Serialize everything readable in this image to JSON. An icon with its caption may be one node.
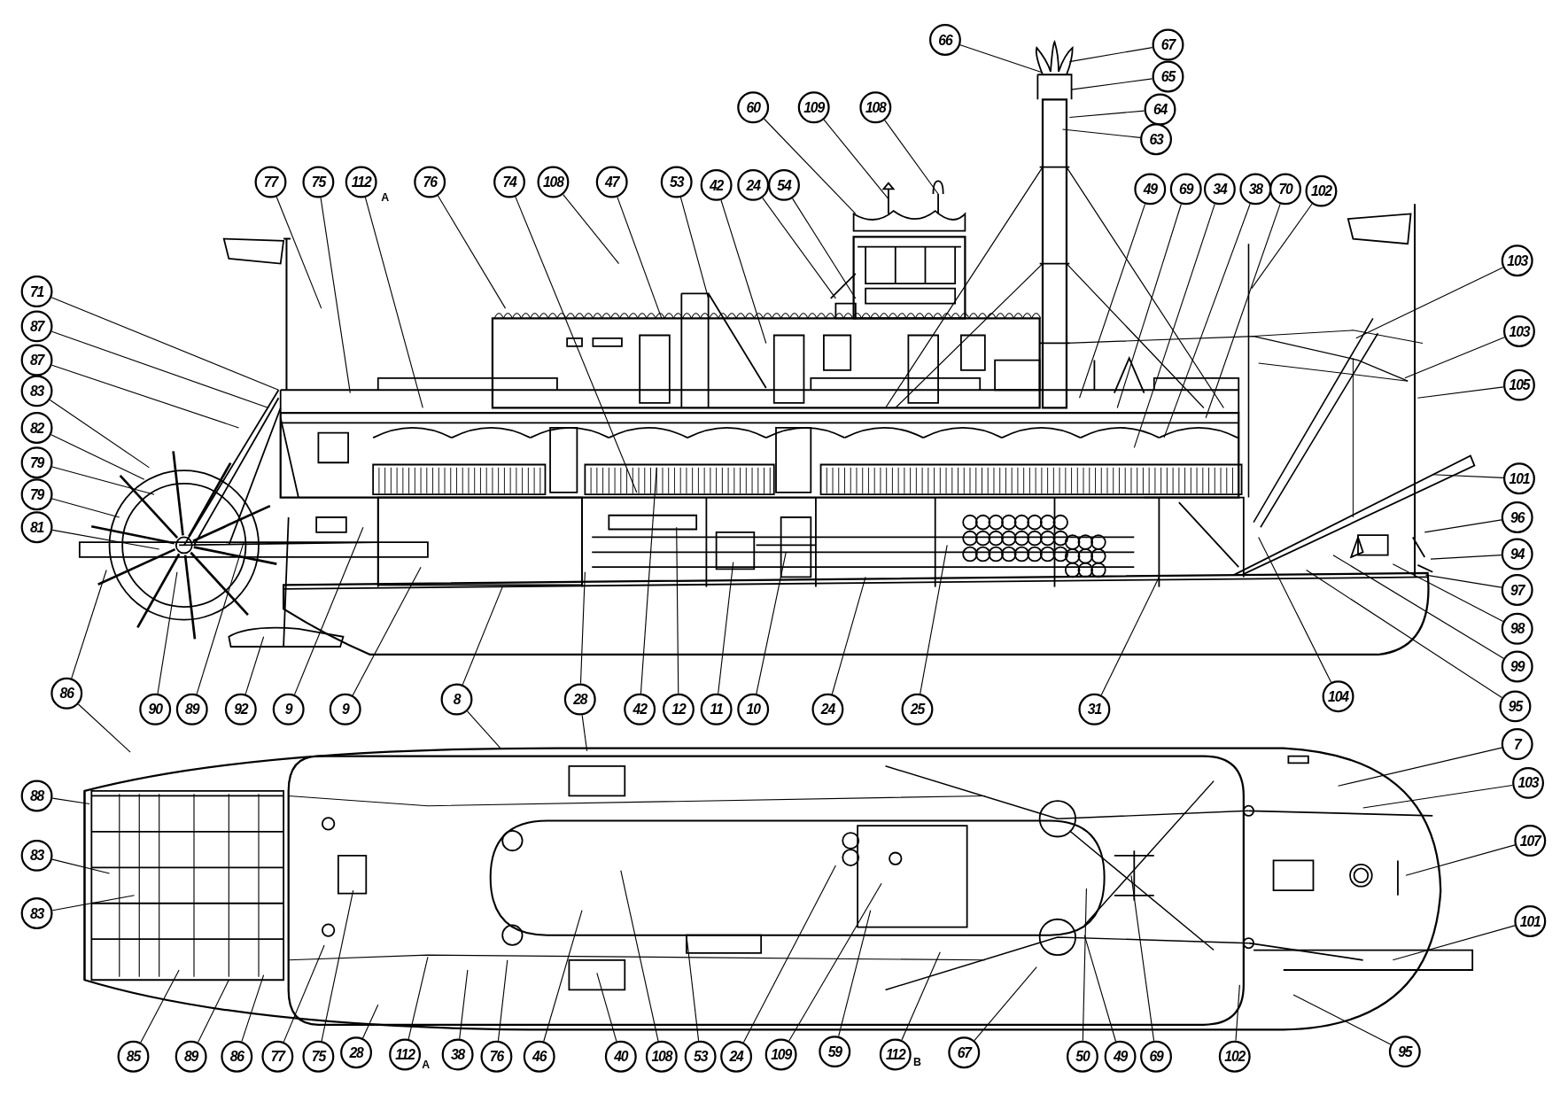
{
  "diagram": {
    "nodes": [
      {
        "text": [
          "77"
        ]
      },
      {
        "text": [
          "75"
        ]
      },
      {
        "text": [
          "112"
        ],
        "beside": [
          "A"
        ]
      },
      {
        "text": [
          "76"
        ]
      },
      {
        "text": [
          "74"
        ]
      },
      {
        "text": [
          "108"
        ]
      },
      {
        "text": [
          "47"
        ]
      },
      {
        "text": [
          "53"
        ]
      },
      {
        "text": [
          "42"
        ]
      },
      {
        "text": [
          "24"
        ]
      },
      {
        "text": [
          "54"
        ]
      },
      {
        "text": [
          "60"
        ]
      },
      {
        "text": [
          "109"
        ]
      },
      {
        "text": [
          "108"
        ]
      },
      {
        "text": [
          "66"
        ]
      },
      {
        "text": [
          "67"
        ]
      },
      {
        "text": [
          "65"
        ]
      },
      {
        "text": [
          "64"
        ]
      },
      {
        "text": [
          "63"
        ]
      },
      {
        "text": [
          "49"
        ]
      },
      {
        "text": [
          "69"
        ]
      },
      {
        "text": [
          "34"
        ]
      },
      {
        "text": [
          "38"
        ]
      },
      {
        "text": [
          "70"
        ]
      },
      {
        "text": [
          "102"
        ]
      },
      {
        "text": [
          "103"
        ]
      },
      {
        "text": [
          "103"
        ]
      },
      {
        "text": [
          "105"
        ]
      },
      {
        "text": [
          "101"
        ]
      },
      {
        "text": [
          "96"
        ]
      },
      {
        "text": [
          "94"
        ]
      },
      {
        "text": [
          "97"
        ]
      },
      {
        "text": [
          "98"
        ]
      },
      {
        "text": [
          "99"
        ]
      },
      {
        "text": [
          "95"
        ]
      },
      {
        "text": [
          "104"
        ]
      },
      {
        "text": [
          "31"
        ]
      },
      {
        "text": [
          "25"
        ]
      },
      {
        "text": [
          "24"
        ]
      },
      {
        "text": [
          "10"
        ]
      },
      {
        "text": [
          "11"
        ]
      },
      {
        "text": [
          "12"
        ]
      },
      {
        "text": [
          "42"
        ]
      },
      {
        "text": [
          "28"
        ]
      },
      {
        "text": [
          "8"
        ]
      },
      {
        "text": [
          "9"
        ]
      },
      {
        "text": [
          "9"
        ]
      },
      {
        "text": [
          "92"
        ]
      },
      {
        "text": [
          "89"
        ]
      },
      {
        "text": [
          "90"
        ]
      },
      {
        "text": [
          "86"
        ]
      },
      {
        "text": [
          "81"
        ]
      },
      {
        "text": [
          "79"
        ]
      },
      {
        "text": [
          "79"
        ]
      },
      {
        "text": [
          "82"
        ]
      },
      {
        "text": [
          "83"
        ]
      },
      {
        "text": [
          "87"
        ]
      },
      {
        "text": [
          "87"
        ]
      },
      {
        "text": [
          "71"
        ]
      },
      {
        "text": [
          "7"
        ]
      },
      {
        "text": [
          "103"
        ]
      },
      {
        "text": [
          "107"
        ]
      },
      {
        "text": [
          "101"
        ]
      },
      {
        "text": [
          "95"
        ]
      },
      {
        "text": [
          "102"
        ]
      },
      {
        "text": [
          "69"
        ]
      },
      {
        "text": [
          "49"
        ]
      },
      {
        "text": [
          "50"
        ]
      },
      {
        "text": [
          "67"
        ]
      },
      {
        "text": [
          "112"
        ],
        "beside": [
          "B"
        ]
      },
      {
        "text": [
          "59"
        ]
      },
      {
        "text": [
          "109"
        ]
      },
      {
        "text": [
          "24"
        ]
      },
      {
        "text": [
          "53"
        ]
      },
      {
        "text": [
          "108"
        ]
      },
      {
        "text": [
          "40"
        ]
      },
      {
        "text": [
          "46"
        ]
      },
      {
        "text": [
          "76"
        ]
      },
      {
        "text": [
          "38"
        ]
      },
      {
        "text": [
          "112"
        ],
        "beside": [
          "A"
        ]
      },
      {
        "text": [
          "28"
        ]
      },
      {
        "text": [
          "75"
        ]
      },
      {
        "text": [
          "77"
        ]
      },
      {
        "text": [
          "86"
        ]
      },
      {
        "text": [
          "89"
        ]
      },
      {
        "text": [
          "85"
        ]
      },
      {
        "text": [
          "83"
        ]
      },
      {
        "text": [
          "83"
        ]
      },
      {
        "text": [
          "88"
        ]
      }
    ],
    "edges": [
      {
        "from": 0,
        "to": null,
        "arrow": "none"
      },
      {
        "from": 1,
        "to": null,
        "arrow": "none"
      },
      {
        "from": 2,
        "to": null,
        "arrow": "none"
      },
      {
        "from": 3,
        "to": null,
        "arrow": "none"
      },
      {
        "from": 4,
        "to": null,
        "arrow": "none"
      },
      {
        "from": 5,
        "to": null,
        "arrow": "none"
      },
      {
        "from": 6,
        "to": null,
        "arrow": "none"
      },
      {
        "from": 7,
        "to": null,
        "arrow": "none"
      },
      {
        "from": 8,
        "to": null,
        "arrow": "none"
      },
      {
        "from": 9,
        "to": null,
        "arrow": "none"
      },
      {
        "from": 10,
        "to": null,
        "arrow": "none"
      },
      {
        "from": 11,
        "to": null,
        "arrow": "none"
      },
      {
        "from": 12,
        "to": null,
        "arrow": "none"
      },
      {
        "from": 13,
        "to": null,
        "arrow": "none"
      },
      {
        "from": 14,
        "to": null,
        "arrow": "none"
      },
      {
        "from": 15,
        "to": null,
        "arrow": "none"
      },
      {
        "from": 16,
        "to": null,
        "arrow": "none"
      },
      {
        "from": 17,
        "to": null,
        "arrow": "none"
      },
      {
        "from": 18,
        "to": null,
        "arrow": "none"
      },
      {
        "from": 19,
        "to": null,
        "arrow": "none"
      },
      {
        "from": 20,
        "to": null,
        "arrow": "none"
      },
      {
        "from": 21,
        "to": null,
        "arrow": "none"
      },
      {
        "from": 22,
        "to": null,
        "arrow": "none"
      },
      {
        "from": 23,
        "to": null,
        "arrow": "none"
      },
      {
        "from": 24,
        "to": null,
        "arrow": "none"
      },
      {
        "from": 25,
        "to": null,
        "arrow": "none"
      },
      {
        "from": 26,
        "to": null,
        "arrow": "none"
      },
      {
        "from": 27,
        "to": null,
        "arrow": "none"
      },
      {
        "from": 28,
        "to": null,
        "arrow": "none"
      },
      {
        "from": 29,
        "to": null,
        "arrow": "none"
      },
      {
        "from": 30,
        "to": null,
        "arrow": "none"
      },
      {
        "from": 31,
        "to": null,
        "arrow": "none"
      },
      {
        "from": 32,
        "to": null,
        "arrow": "none"
      },
      {
        "from": 33,
        "to": null,
        "arrow": "none"
      },
      {
        "from": 34,
        "to": null,
        "arrow": "none"
      },
      {
        "from": 35,
        "to": null,
        "arrow": "none"
      },
      {
        "from": 36,
        "to": null,
        "arrow": "none"
      },
      {
        "from": 37,
        "to": null,
        "arrow": "none"
      },
      {
        "from": 38,
        "to": null,
        "arrow": "none"
      },
      {
        "from": 39,
        "to": null,
        "arrow": "none"
      },
      {
        "from": 40,
        "to": null,
        "arrow": "none"
      },
      {
        "from": 41,
        "to": null,
        "arrow": "none"
      },
      {
        "from": 42,
        "to": null,
        "arrow": "none"
      },
      {
        "from": 43,
        "to": null,
        "arrow": "none"
      },
      {
        "from": 43,
        "to": null,
        "arrow": "none"
      },
      {
        "from": 44,
        "to": null,
        "arrow": "none"
      },
      {
        "from": 44,
        "to": null,
        "arrow": "none"
      },
      {
        "from": 45,
        "to": null,
        "arrow": "none"
      },
      {
        "from": 46,
        "to": null,
        "arrow": "none"
      },
      {
        "from": 47,
        "to": null,
        "arrow": "none"
      },
      {
        "from": 48,
        "to": null,
        "arrow": "none"
      },
      {
        "from": 49,
        "to": null,
        "arrow": "none"
      },
      {
        "from": 50,
        "to": null,
        "arrow": "none"
      },
      {
        "from": 50,
        "to": null,
        "arrow": "none"
      },
      {
        "from": 51,
        "to": null,
        "arrow": "none"
      },
      {
        "from": 52,
        "to": null,
        "arrow": "none"
      },
      {
        "from": 53,
        "to": null,
        "arrow": "none"
      },
      {
        "from": 54,
        "to": null,
        "arrow": "none"
      },
      {
        "from": 55,
        "to": null,
        "arrow": "none"
      },
      {
        "from": 56,
        "to": null,
        "arrow": "none"
      },
      {
        "from": 57,
        "to": null,
        "arrow": "none"
      },
      {
        "from": 58,
        "to": null,
        "arrow": "none"
      },
      {
        "from": 59,
        "to": null,
        "arrow": "none"
      },
      {
        "from": 60,
        "to": null,
        "arrow": "none"
      },
      {
        "from": 61,
        "to": null,
        "arrow": "none"
      },
      {
        "from": 62,
        "to": null,
        "arrow": "none"
      },
      {
        "from": 63,
        "to": null,
        "arrow": "none"
      },
      {
        "from": 64,
        "to": null,
        "arrow": "none"
      },
      {
        "from": 65,
        "to": null,
        "arrow": "none"
      },
      {
        "from": 66,
        "to": null,
        "arrow": "none"
      },
      {
        "from": 67,
        "to": null,
        "arrow": "none"
      },
      {
        "from": 68,
        "to": null,
        "arrow": "none"
      },
      {
        "from": 69,
        "to": null,
        "arrow": "none"
      },
      {
        "from": 70,
        "to": null,
        "arrow": "none"
      },
      {
        "from": 71,
        "to": null,
        "arrow": "none"
      },
      {
        "from": 72,
        "to": null,
        "arrow": "none"
      },
      {
        "from": 73,
        "to": null,
        "arrow": "none"
      },
      {
        "from": 74,
        "to": null,
        "arrow": "none"
      },
      {
        "from": 75,
        "to": null,
        "arrow": "none"
      },
      {
        "from": 76,
        "to": null,
        "arrow": "none"
      },
      {
        "from": 77,
        "to": null,
        "arrow": "none"
      },
      {
        "from": 78,
        "to": null,
        "arrow": "none"
      },
      {
        "from": 79,
        "to": null,
        "arrow": "none"
      },
      {
        "from": 80,
        "to": null,
        "arrow": "none"
      },
      {
        "from": 81,
        "to": null,
        "arrow": "none"
      },
      {
        "from": 82,
        "to": null,
        "arrow": "none"
      },
      {
        "from": 83,
        "to": null,
        "arrow": "none"
      },
      {
        "from": 84,
        "to": null,
        "arrow": "none"
      },
      {
        "from": 85,
        "to": null,
        "arrow": "none"
      },
      {
        "from": 86,
        "to": null,
        "arrow": "none"
      },
      {
        "from": 87,
        "to": null,
        "arrow": "none"
      },
      {
        "from": 88,
        "to": null,
        "arrow": "none"
      }
    ]
  }
}
